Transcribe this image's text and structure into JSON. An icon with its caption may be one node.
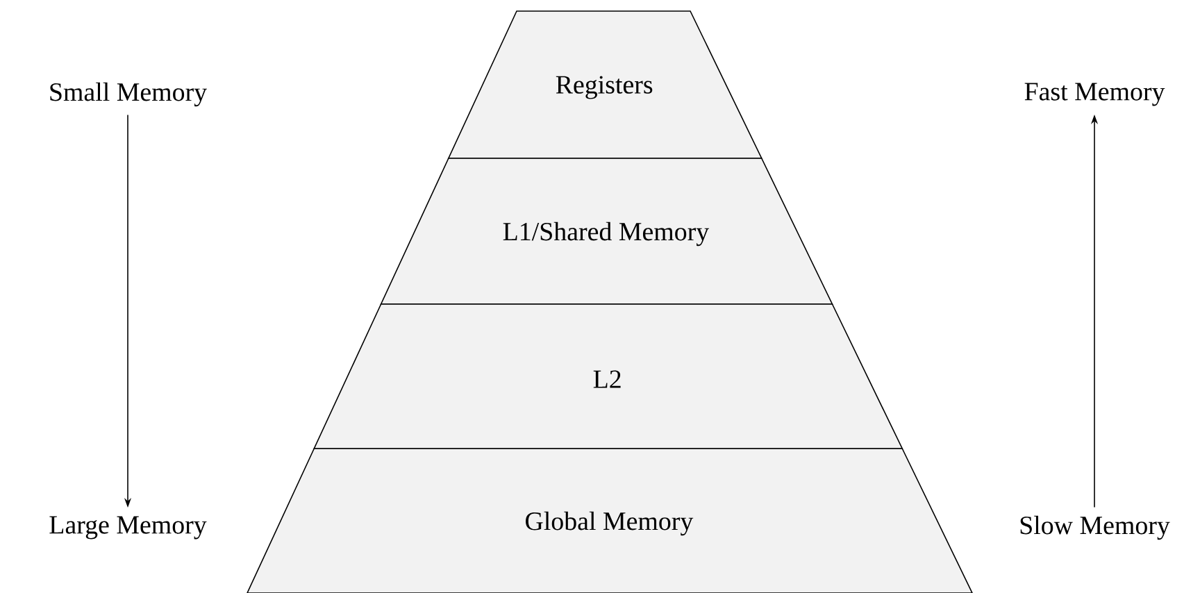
{
  "diagram": {
    "nodes": [
      {
        "text": [
          "Registers"
        ]
      },
      {
        "text": [
          "L1/Shared Memory"
        ]
      },
      {
        "text": [
          "L2"
        ]
      },
      {
        "text": [
          "Global Memory"
        ]
      },
      {
        "text": [
          "Small Memory"
        ]
      },
      {
        "text": [
          "Large Memory"
        ]
      },
      {
        "text": [
          "Fast Memory"
        ]
      },
      {
        "text": [
          "Slow Memory"
        ]
      }
    ],
    "edges": [
      {
        "from": 4,
        "to": 5,
        "arrow": "to"
      },
      {
        "from": 7,
        "to": 6,
        "arrow": "to"
      }
    ]
  }
}
